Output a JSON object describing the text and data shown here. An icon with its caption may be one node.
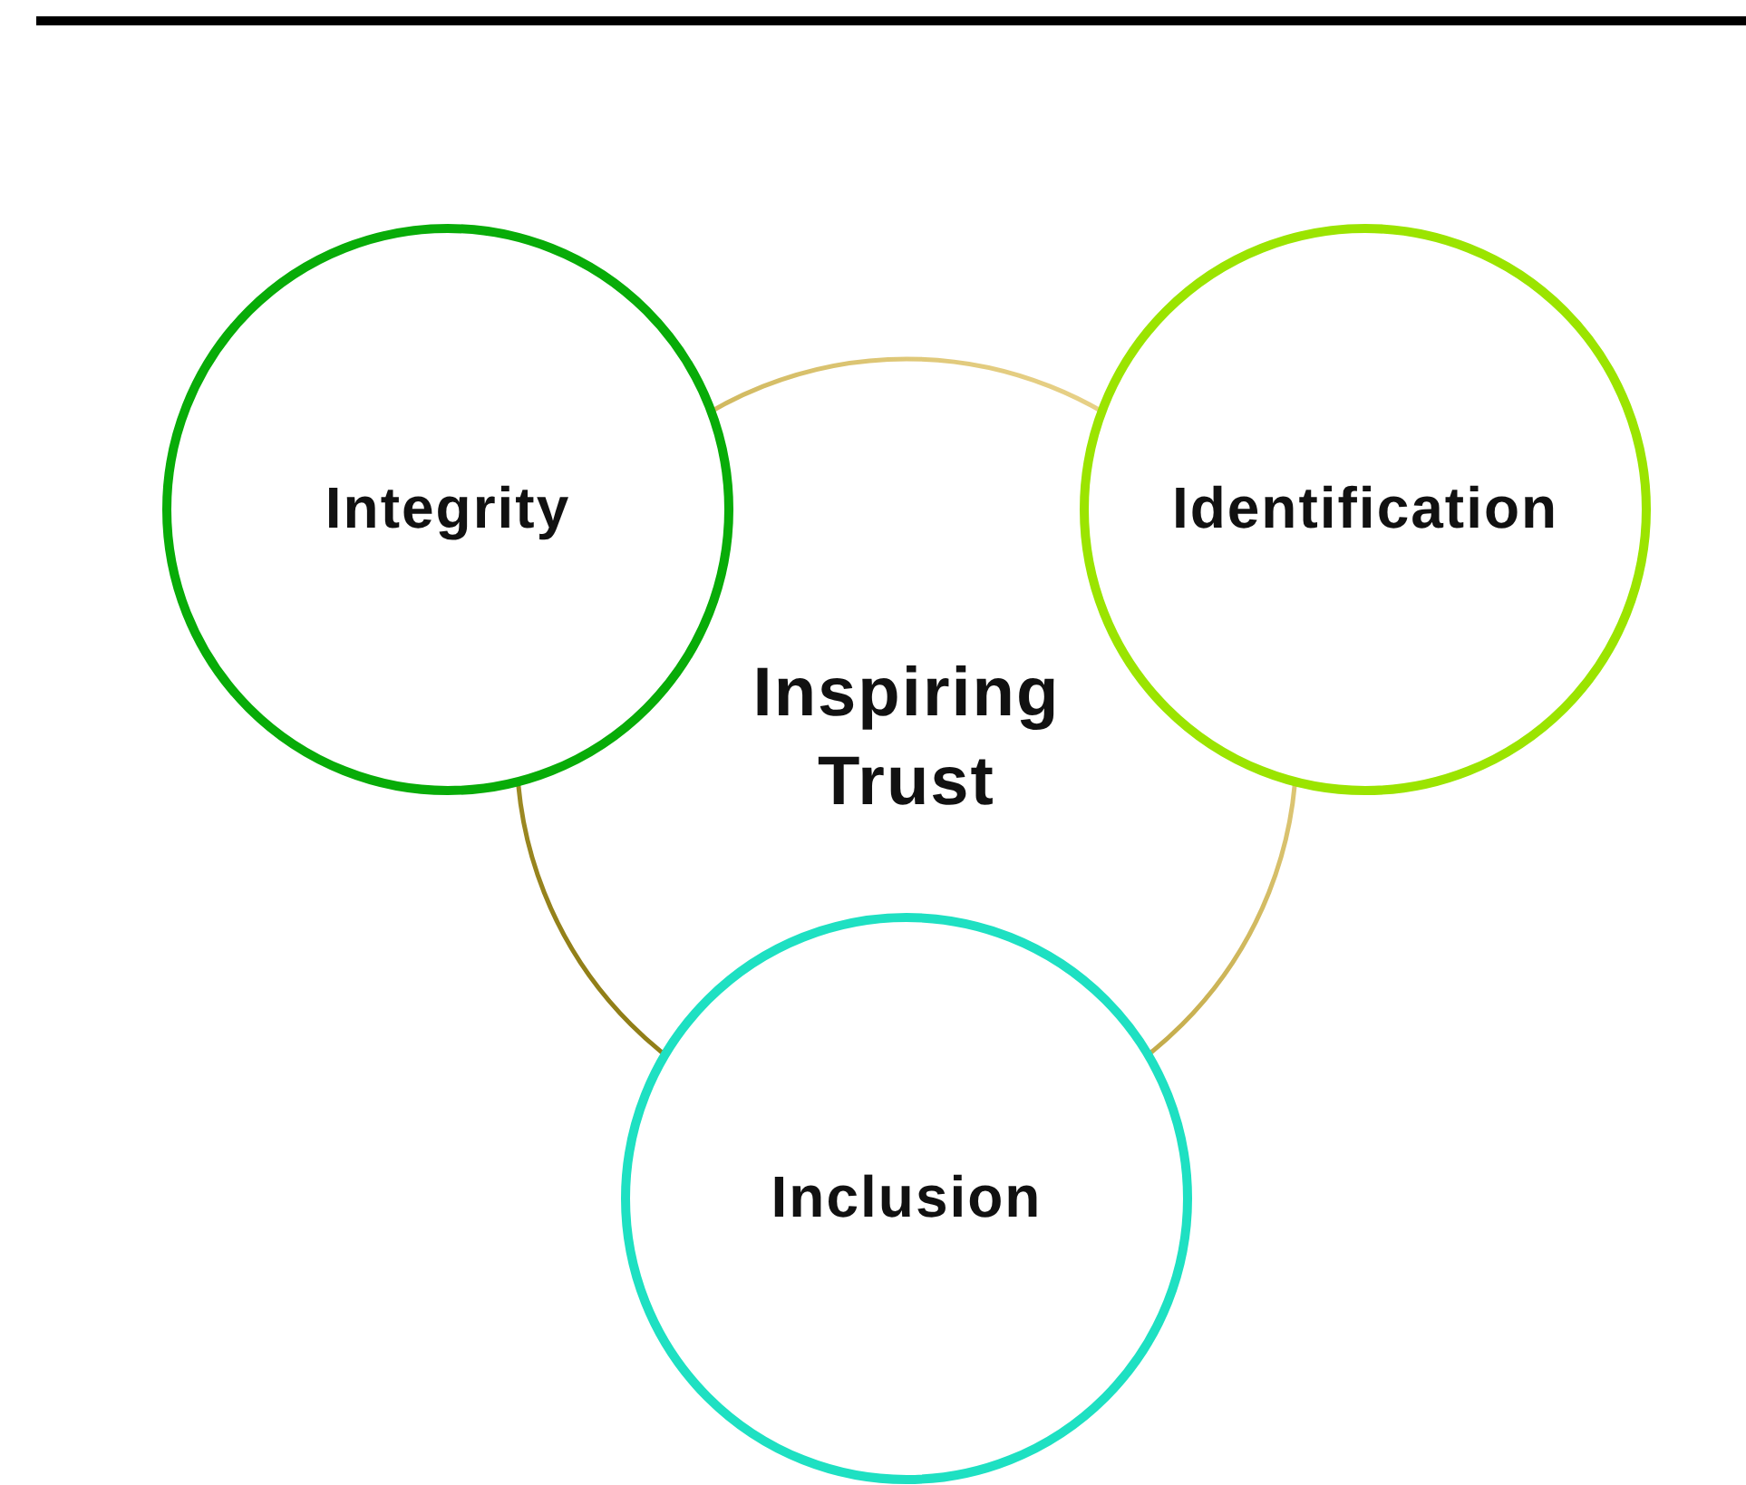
{
  "diagram": {
    "nodes": [
      {
        "text": [
          "Integrity"
        ]
      },
      {
        "text": [
          "Identification"
        ]
      },
      {
        "text": [
          "Inspiring Trust"
        ]
      },
      {
        "text": [
          "Inclusion"
        ]
      }
    ]
  }
}
